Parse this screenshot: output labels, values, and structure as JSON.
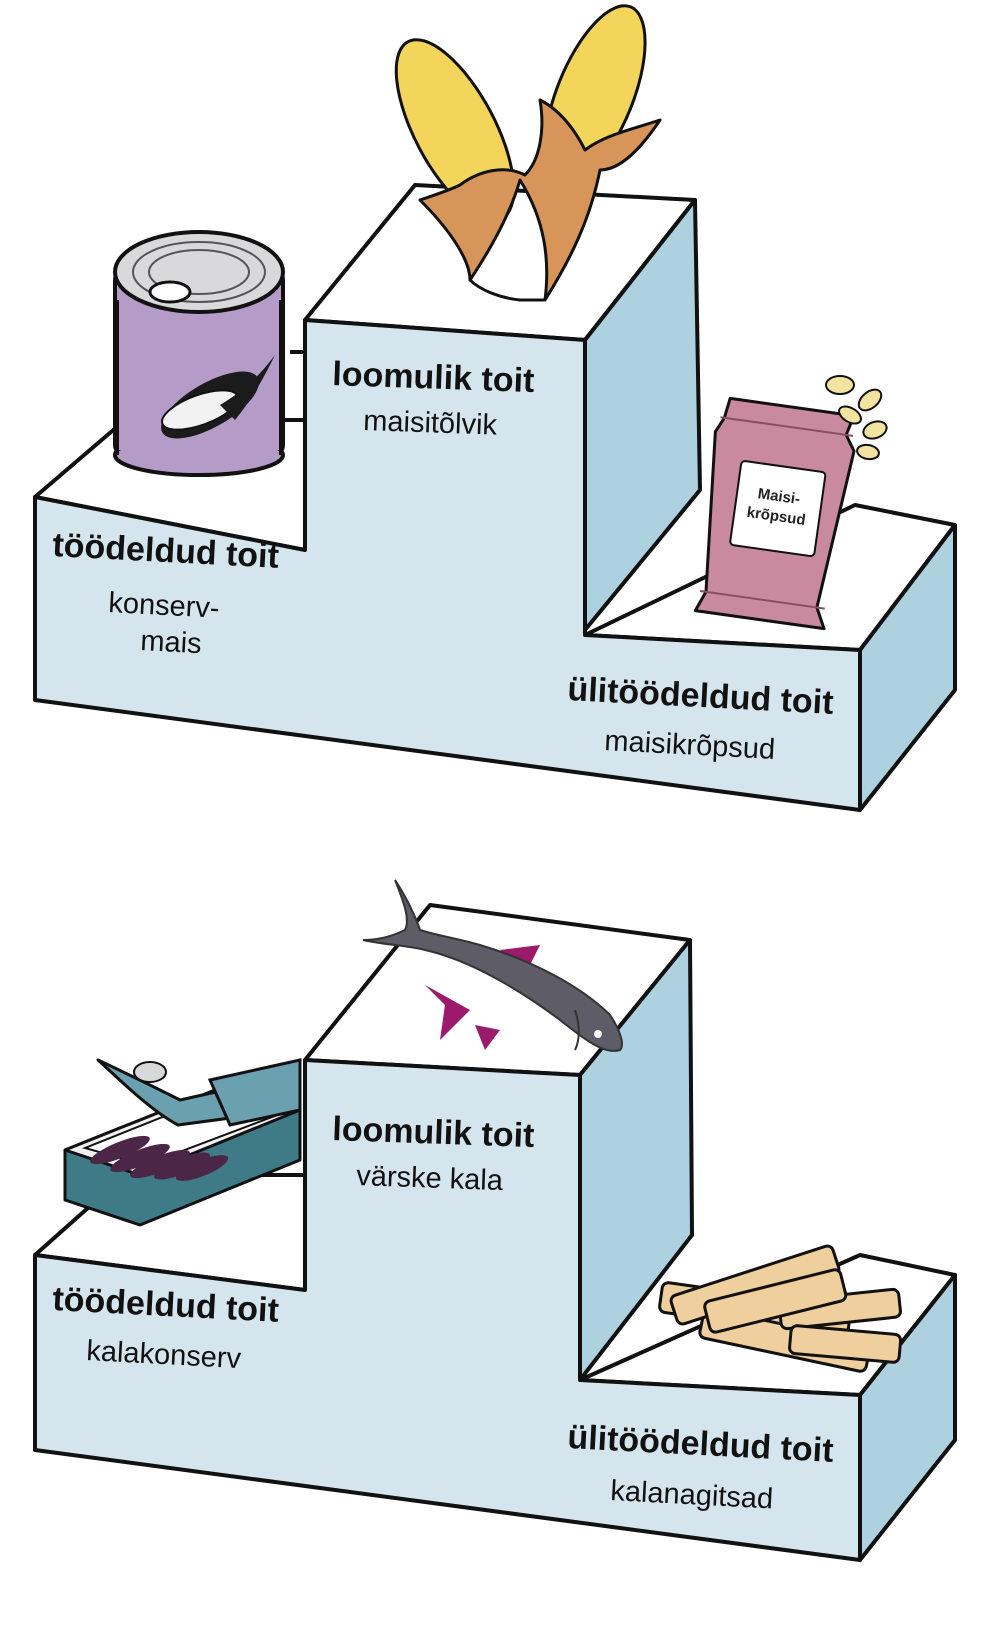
{
  "colors": {
    "step_front": "#d5e5ee",
    "step_side": "#aed1e0",
    "step_top": "#ffffff",
    "outline": "#111111",
    "can_purple": "#b59bc7",
    "corn_yellow": "#f3d55b",
    "husk_orange": "#d8955a",
    "bag_pink": "#c98aa0",
    "fish_gray": "#5e5c66",
    "fish_fin": "#9b1a6c",
    "tin_teal": "#3f7a87",
    "stick_beige": "#efcf9d"
  },
  "diagram1": {
    "left": {
      "title": "töödeldud toit",
      "sub1": "konserv-",
      "sub2": "mais",
      "icon": "corn-can-icon"
    },
    "middle": {
      "title": "loomulik toit",
      "sub": "maisitõlvik",
      "icon": "corn-cob-icon"
    },
    "right": {
      "title": "ülitöödeldud toit",
      "sub": "maisikrõpsud",
      "icon": "chips-bag-icon",
      "bag_text1": "Maisi-",
      "bag_text2": "krõpsud"
    }
  },
  "diagram2": {
    "left": {
      "title": "töödeldud toit",
      "sub": "kalakonserv",
      "icon": "sardine-tin-icon"
    },
    "middle": {
      "title": "loomulik toit",
      "sub": "värske kala",
      "icon": "fish-icon"
    },
    "right": {
      "title": "ülitöödeldud toit",
      "sub": "kalanagitsad",
      "icon": "fish-sticks-icon"
    }
  }
}
